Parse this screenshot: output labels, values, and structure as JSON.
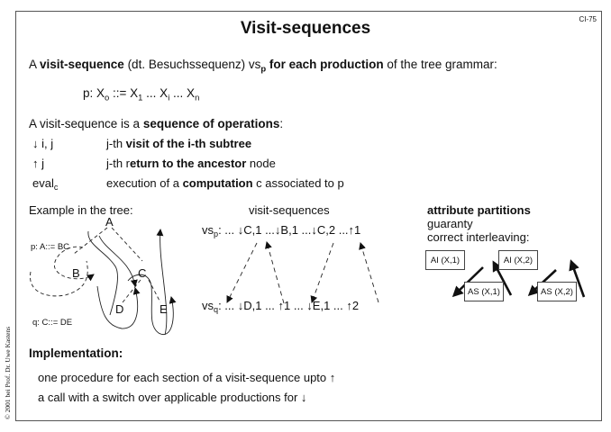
{
  "page_number": "CI-75",
  "title": "Visit-sequences",
  "intro": {
    "p1": "A ",
    "b1": "visit-sequence",
    "p2": " (dt. Besuchssequenz) vs",
    "b2": "p",
    "b3": " for each production",
    "p3": " of the tree grammar:"
  },
  "production": {
    "lhs_prefix": "p: X",
    "lhs_sub": "o",
    "mid1": " ::= X",
    "sub1": "1",
    "mid2": " ... X",
    "subi": "i",
    "mid3": " ... X",
    "subn": "n"
  },
  "sequence_intro": {
    "p1": "A visit-sequence is a ",
    "b1": "sequence of operations",
    "p2": ":"
  },
  "operations": [
    {
      "sym": "↓ i, j",
      "p1": "j-th ",
      "b1": "visit of the i-th subtree",
      "p2": ""
    },
    {
      "sym": "↑ j",
      "p1": "j-th r",
      "b1": "eturn to the ancestor",
      "p2": " node"
    },
    {
      "sym": "eval",
      "sym_sub": "c",
      "p1": "execution of a ",
      "b1": "computation",
      "p2": " c associated to p"
    }
  ],
  "example": {
    "label": "Example in the tree:",
    "nodes": {
      "a": "A",
      "b": "B",
      "c": "C",
      "d": "D",
      "e": "E"
    },
    "prod_p": "p: A::= BC",
    "prod_q": "q: C::= DE"
  },
  "visit_sequences": {
    "heading": "visit-sequences",
    "vsp_label": "vs",
    "vsp_sub": "p",
    "vsp_seq": ": ... ↓C,1 ...↓B,1 ...↓C,2 ...↑1",
    "vsq_label": "vs",
    "vsq_sub": "q",
    "vsq_seq": ": ... ↓D,1 ... ↑1 ... ↓E,1 ... ↑2"
  },
  "partitions": {
    "heading": "attribute partitions",
    "line2": "guaranty",
    "line3": "correct interleaving:",
    "boxes": [
      "AI (X,1)",
      "AS (X,1)",
      "AI (X,2)",
      "AS (X,2)"
    ]
  },
  "implementation": {
    "heading": "Implementation:",
    "line1": "one procedure for each section of a visit-sequence upto ↑",
    "line2": "a call with a switch over applicable productions for ↓"
  },
  "copyright": "© 2001 bei Prof. Dr. Uwe Kastens"
}
